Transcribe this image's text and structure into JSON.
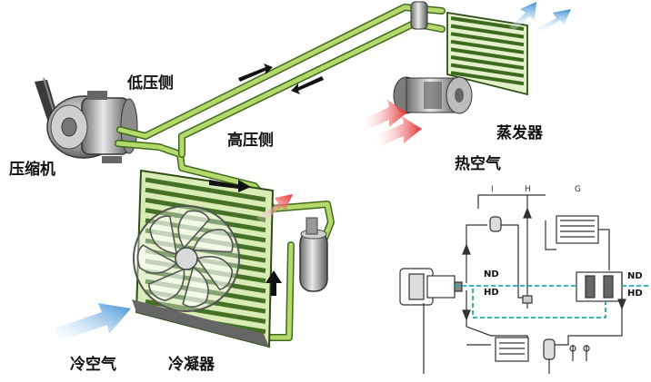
{
  "labels": {
    "low_pressure_side": "低压侧",
    "high_pressure_side": "高压侧",
    "compressor": "压缩机",
    "evaporator": "蒸发器",
    "hot_air": "热空气",
    "cold_air": "冷空气",
    "condenser": "冷凝器"
  },
  "schematic": {
    "label_i": "I",
    "label_h": "H",
    "label_g": "G",
    "nd_left": "ND",
    "hd_left": "HD",
    "nd_right": "ND",
    "hd_right": "HD"
  },
  "colors": {
    "pipe_green": "#b5d86a",
    "pipe_outline": "#3d6b1e",
    "flow_arrow": "#111111",
    "hot_air": "#e53030",
    "cold_air": "#3d8fd6",
    "schematic_line": "#333333",
    "schematic_dashed": "#2aa6b0"
  }
}
